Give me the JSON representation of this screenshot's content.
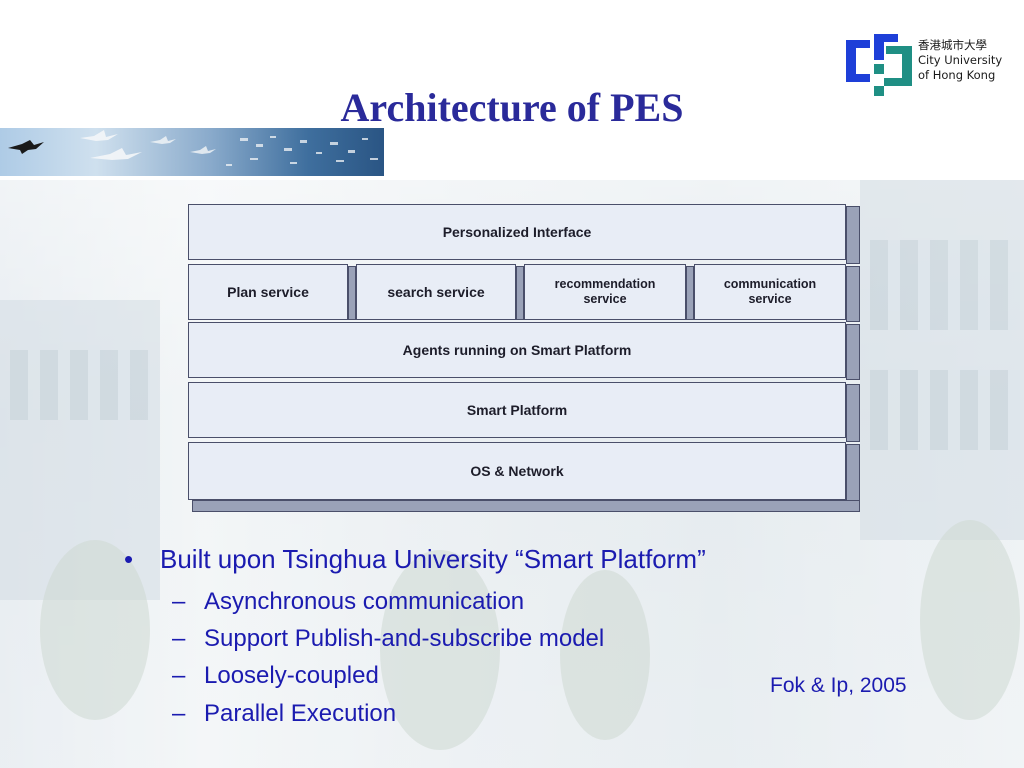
{
  "title": "Architecture of PES",
  "logo": {
    "chinese_name": "香港城市大學",
    "english_line1": "City University",
    "english_line2": "of Hong Kong",
    "colors": {
      "blue": "#1e3fd8",
      "teal": "#1f8f84"
    }
  },
  "diagram": {
    "top_layer": "Personalized Interface",
    "services": [
      "Plan service",
      "search service",
      "recommendation service",
      "communication service"
    ],
    "agents_layer": "Agents running on Smart Platform",
    "platform_layer": "Smart Platform",
    "os_layer": "OS & Network",
    "colors": {
      "face": "#e8edf6",
      "side": "#9aa2b8",
      "border": "#4a4f6a"
    }
  },
  "bullets": {
    "main": "Built upon Tsinghua University “Smart Platform”",
    "subs": [
      "Asynchronous communication",
      "Support Publish-and-subscribe model",
      "Loosely-coupled",
      "Parallel Execution"
    ],
    "bullet_symbol": "•",
    "dash_symbol": "–"
  },
  "credit": "Fok & Ip, 2005",
  "theme": {
    "title_color": "#2a2a9a",
    "text_color": "#1b1bb0"
  }
}
